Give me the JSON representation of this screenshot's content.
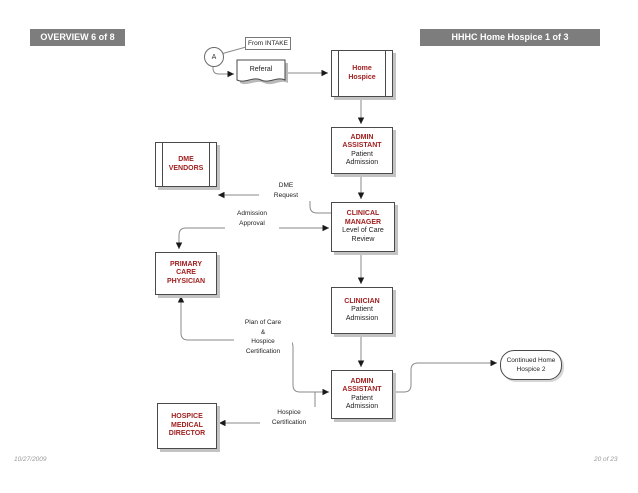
{
  "header": {
    "left": "OVERVIEW 6 of 8",
    "right": "HHHC Home Hospice 1 of 3"
  },
  "footer": {
    "date": "10/27/2009",
    "page_number": "20 of 23"
  },
  "colors": {
    "header_bg": "#7d7d7d",
    "header_text": "#ffffff",
    "role_text": "#a02020",
    "body_text": "#1f1f1f",
    "connector_line": "#8a8a8a",
    "arrowhead": "#1a1a1a"
  },
  "flow": {
    "connector_ref": "A",
    "from_intake": "From INTAKE",
    "referral_doc": "Referal",
    "nodes": {
      "home_hospice": {
        "title": "Home\nHospice"
      },
      "admin_assistant_1": {
        "title": "ADMIN\nASSISTANT",
        "subtitle": "Patient\nAdmission"
      },
      "dme_vendors": {
        "title": "DME\nVENDORS"
      },
      "clinical_manager": {
        "title": "CLINICAL\nMANAGER",
        "subtitle": "Level of Care\nReview"
      },
      "primary_care_physician": {
        "title": "PRIMARY\nCARE\nPHYSICIAN"
      },
      "clinician": {
        "title": "CLINICIAN",
        "subtitle": "Patient\nAdmission"
      },
      "admin_assistant_2": {
        "title": "ADMIN\nASSISTANT",
        "subtitle": "Patient\nAdmission"
      },
      "hospice_medical_director": {
        "title": "HOSPICE\nMEDICAL\nDIRECTOR"
      }
    },
    "edge_labels": {
      "dme_request": "DME\nRequest",
      "admission_approval": "Admission\nApproval",
      "plan_of_care": "Plan of Care\n&\nHospice\nCertification",
      "hospice_certification": "Hospice\nCertification"
    },
    "terminator": "Continued Home\nHospice 2"
  }
}
